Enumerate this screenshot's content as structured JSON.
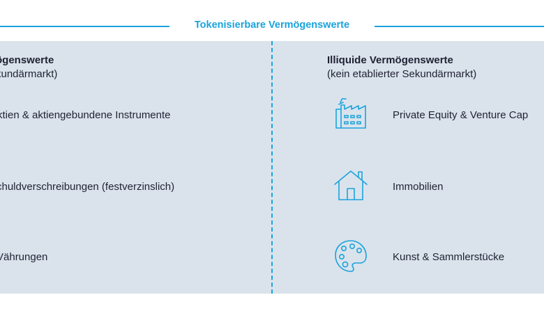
{
  "header": {
    "title": "Tokenisierbare Vermögenswerte"
  },
  "left_column": {
    "heading": "ögenswerte",
    "subheading": "kundärmarkt)",
    "items": [
      {
        "label": "ktien & aktiengebundene Instrumente"
      },
      {
        "label": "chuldverschreibungen (festverzinslich)"
      },
      {
        "label": "Vährungen"
      }
    ]
  },
  "right_column": {
    "heading": "Illiquide Vermögenswerte",
    "subheading": "(kein etablierter Sekundärmarkt)",
    "items": [
      {
        "label": "Private Equity & Venture Cap",
        "icon": "factory-icon"
      },
      {
        "label": "Immobilien",
        "icon": "house-icon"
      },
      {
        "label": "Kunst & Sammlerstücke",
        "icon": "palette-icon"
      }
    ]
  },
  "colors": {
    "accent": "#1aa3dc",
    "panel_background": "#dae3ec",
    "text": "#1f2233"
  }
}
